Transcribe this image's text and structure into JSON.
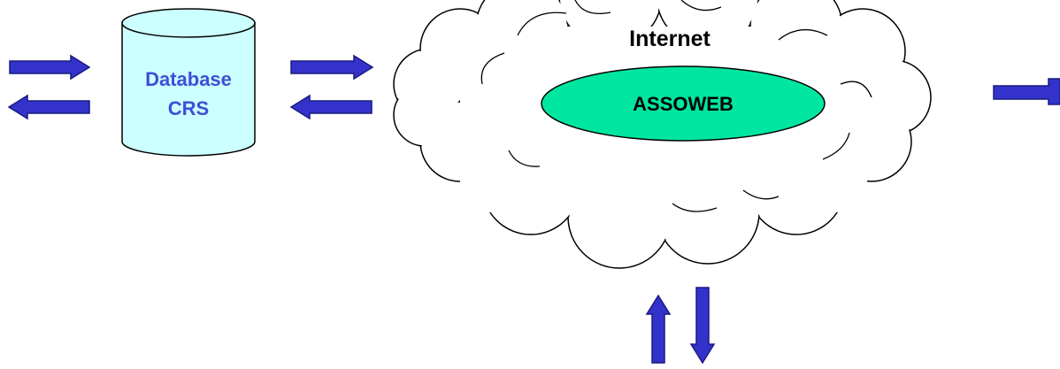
{
  "database": {
    "line1": "Database",
    "line2": "CRS",
    "fill_color": "#ccffff"
  },
  "cloud": {
    "title": "Internet",
    "inner_label": "ASSOWEB",
    "inner_fill_color": "#00e6a0"
  },
  "colors": {
    "arrow": "#3333cc",
    "label_blue": "#3d4fd6"
  }
}
